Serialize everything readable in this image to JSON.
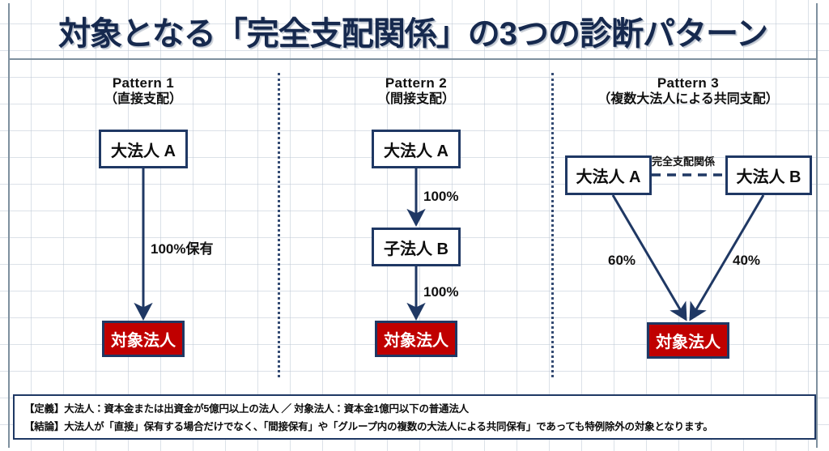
{
  "title": "対象となる「完全支配関係」の3つの診断パターン",
  "colors": {
    "navy": "#1F3864",
    "title_navy": "#16294E",
    "red": "#C00000",
    "grid": "#BEC8D6",
    "frame": "#7E909F",
    "white": "#FFFFFF"
  },
  "columns": [
    {
      "id": "pattern-1",
      "title": "Pattern 1",
      "subtitle": "（直接支配）",
      "nodes": [
        {
          "id": "p1-parent",
          "label": "大法人 A",
          "kind": "parent"
        },
        {
          "id": "p1-target",
          "label": "対象法人",
          "kind": "target"
        }
      ],
      "edges": [
        {
          "id": "p1-edge-1",
          "label": "100%保有",
          "from": "p1-parent",
          "to": "p1-target",
          "style": "solid-arrow"
        }
      ]
    },
    {
      "id": "pattern-2",
      "title": "Pattern 2",
      "subtitle": "（間接支配）",
      "nodes": [
        {
          "id": "p2-parent",
          "label": "大法人 A",
          "kind": "parent"
        },
        {
          "id": "p2-mid",
          "label": "子法人 B",
          "kind": "parent"
        },
        {
          "id": "p2-target",
          "label": "対象法人",
          "kind": "target"
        }
      ],
      "edges": [
        {
          "id": "p2-edge-1",
          "label": "100%",
          "from": "p2-parent",
          "to": "p2-mid",
          "style": "solid-arrow"
        },
        {
          "id": "p2-edge-2",
          "label": "100%",
          "from": "p2-mid",
          "to": "p2-target",
          "style": "solid-arrow"
        }
      ]
    },
    {
      "id": "pattern-3",
      "title": "Pattern 3",
      "subtitle": "（複数大法人による共同支配）",
      "nodes": [
        {
          "id": "p3-parent-a",
          "label": "大法人 A",
          "kind": "parent"
        },
        {
          "id": "p3-parent-b",
          "label": "大法人 B",
          "kind": "parent"
        },
        {
          "id": "p3-target",
          "label": "対象法人",
          "kind": "target"
        }
      ],
      "edges": [
        {
          "id": "p3-edge-link",
          "label": "完全支配関係",
          "from": "p3-parent-a",
          "to": "p3-parent-b",
          "style": "dashed"
        },
        {
          "id": "p3-edge-a",
          "label": "60%",
          "from": "p3-parent-a",
          "to": "p3-target",
          "style": "solid-arrow"
        },
        {
          "id": "p3-edge-b",
          "label": "40%",
          "from": "p3-parent-b",
          "to": "p3-target",
          "style": "solid-arrow"
        }
      ]
    }
  ],
  "note": {
    "line1": "【定義】大法人：資本金または出資金が5億円以上の法人 ／ 対象法人：資本金1億円以下の普通法人",
    "line2": "【結論】大法人が「直接」保有する場合だけでなく、「間接保有」や「グループ内の複数の大法人による共同保有」であっても特例除外の対象となります。"
  }
}
